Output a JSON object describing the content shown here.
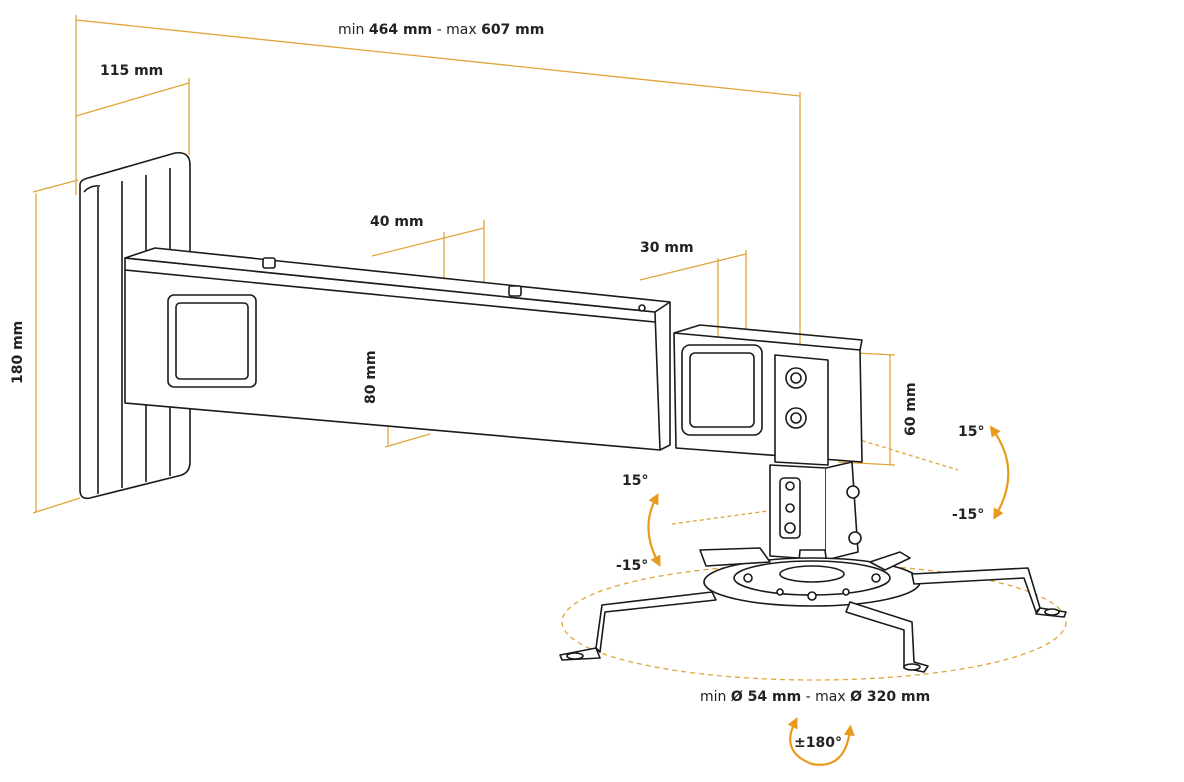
{
  "dimensions": {
    "total_length": {
      "prefix_min": "min",
      "min": "464 mm",
      "sep": "-",
      "prefix_max": "max",
      "max": "607 mm"
    },
    "wall_plate_depth": "115 mm",
    "wall_plate_height": "180 mm",
    "arm_width": "40 mm",
    "arm_height": "80 mm",
    "inner_arm_width": "30 mm",
    "inner_arm_height": "60 mm",
    "mount_diameter": {
      "prefix_min": "min",
      "min": "Ø 54 mm",
      "sep": "-",
      "prefix_max": "max",
      "max": "Ø 320 mm"
    }
  },
  "angles": {
    "tilt_left_top": "15°",
    "tilt_left_bottom": "-15°",
    "tilt_right_top": "15°",
    "tilt_right_bottom": "-15°",
    "rotation": "±180°"
  },
  "colors": {
    "dimension_line": "#e0a53a",
    "drawing_line": "#1a1a1a",
    "arrow": "#e89a1c"
  }
}
